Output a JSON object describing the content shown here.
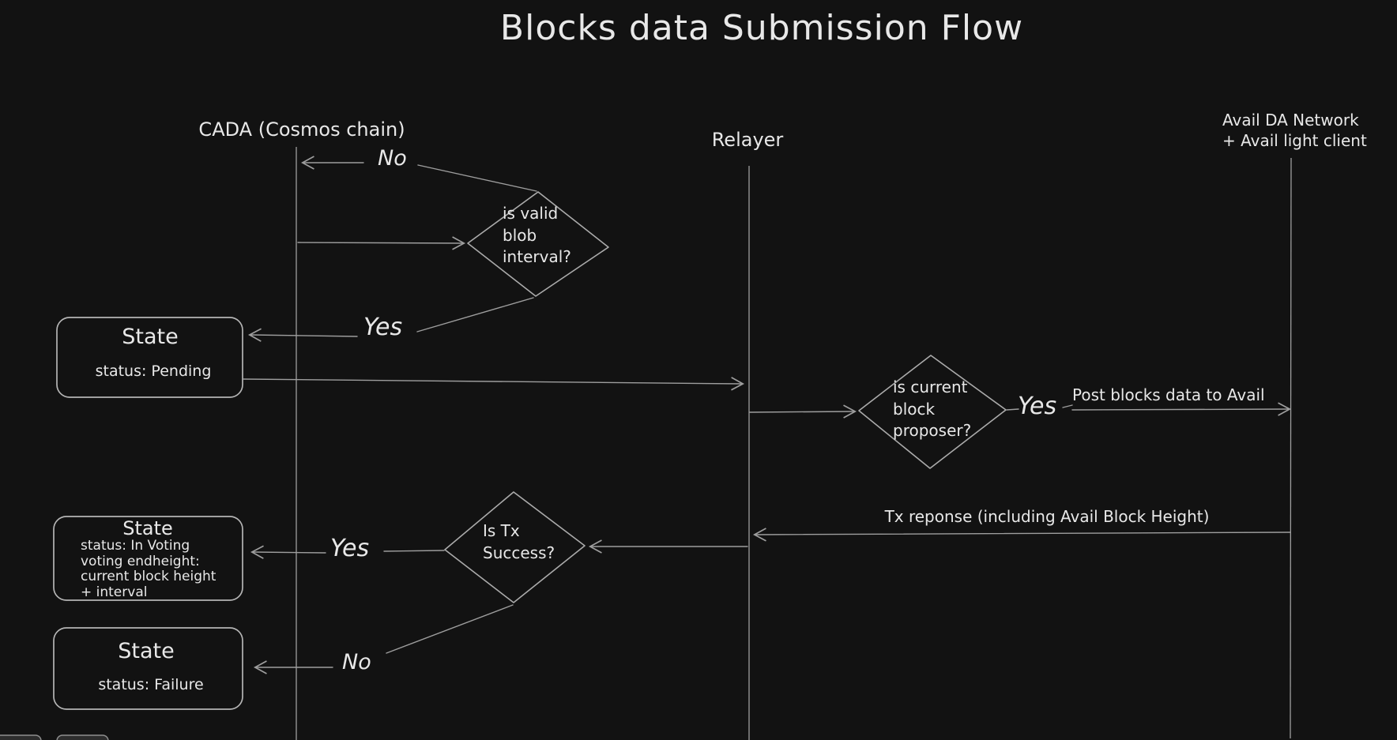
{
  "colors": {
    "background": "#121212",
    "stroke": "#9e9e9e",
    "box_stroke": "#b5b5b5",
    "text": "#e8e8e8"
  },
  "title": "Blocks data Submission Flow",
  "lanes": {
    "cada": {
      "label": "CADA (Cosmos chain)"
    },
    "relayer": {
      "label": "Relayer"
    },
    "avail": {
      "line1": "Avail DA Network",
      "line2": "+ Avail light client"
    }
  },
  "decisions": {
    "valid_blob": {
      "line1": "is valid",
      "line2": "blob",
      "line3": "interval?"
    },
    "current_proposer": {
      "line1": "is current",
      "line2": "block",
      "line3": "proposer?"
    },
    "tx_success": {
      "line1": "Is Tx",
      "line2": "Success?"
    }
  },
  "states": {
    "pending": {
      "heading": "State",
      "line1": "status: Pending"
    },
    "in_voting": {
      "heading": "State",
      "line1": "status: In Voting",
      "line2": "voting endheight:",
      "line3": "current block height",
      "line4": "+ interval"
    },
    "failure": {
      "heading": "State",
      "line1": "status: Failure"
    }
  },
  "edge_labels": {
    "no_blob": "No",
    "yes_blob": "Yes",
    "yes_proposer": "Yes",
    "post_blocks": "Post blocks data to Avail",
    "tx_response": "Tx reponse (including Avail Block Height)",
    "yes_tx": "Yes",
    "no_tx": "No"
  }
}
